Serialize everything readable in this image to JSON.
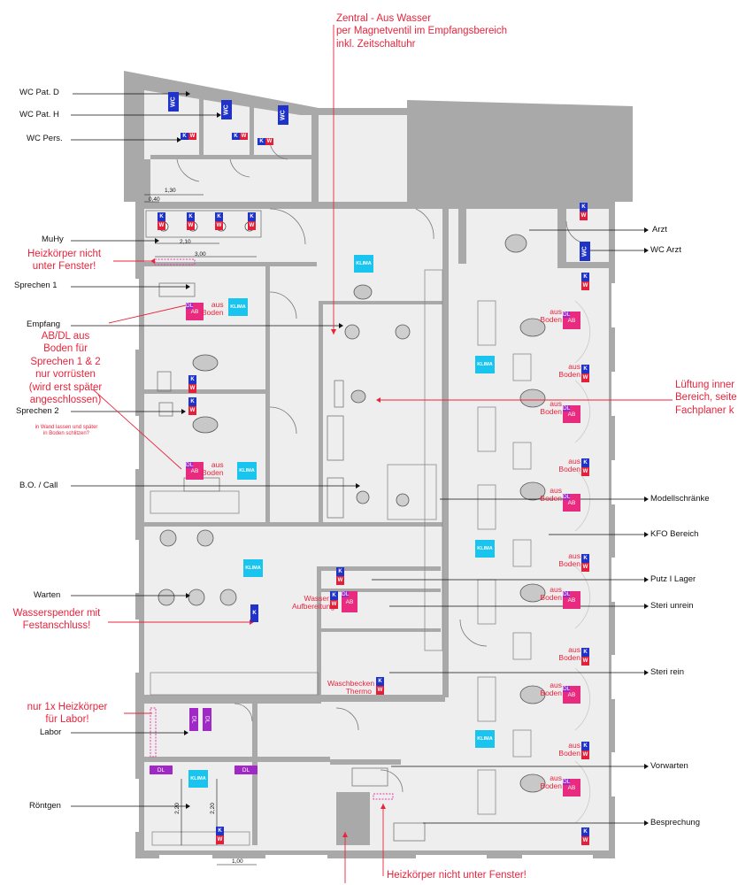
{
  "labels_left": {
    "wc_pat_d": "WC Pat. D",
    "wc_pat_h": "WC Pat. H",
    "wc_pers": "WC Pers.",
    "muhy": "MuHy",
    "sprechen1": "Sprechen 1",
    "empfang": "Empfang",
    "sprechen2": "Sprechen 2",
    "bo_call": "B.O. / Call",
    "warten": "Warten",
    "labor": "Labor",
    "roentgen": "Röntgen"
  },
  "labels_right": {
    "arzt": "Arzt",
    "wc_arzt": "WC Arzt",
    "modellschraenke": "Modellschränke",
    "kfo_bereich": "KFO Bereich",
    "putz_lager": "Putz I Lager",
    "steri_unrein": "Steri unrein",
    "steri_rein": "Steri rein",
    "vorwarten": "Vorwarten",
    "besprechung": "Besprechung"
  },
  "notes": {
    "zentral_line1": "Zentral - Aus Wasser",
    "zentral_line2": "per Magnetventil im Empfangsbereich",
    "zentral_line3": "inkl. Zeitschaltuhr",
    "heizkoerper1_line1": "Heizkörper nicht",
    "heizkoerper1_line2": "unter Fenster!",
    "abdl_line1": "AB/DL aus",
    "abdl_line2": "Boden für",
    "abdl_line3": "Sprechen 1 & 2",
    "abdl_line4": "nur vorrüsten",
    "abdl_line5": "(wird erst später",
    "abdl_line6": "angeschlossen)",
    "wand_line1": "in Wand lassen und später",
    "wand_line2": "in Boden schlitzen?",
    "lueftung_line1": "Lüftung inner",
    "lueftung_line2": "Bereich, seite",
    "lueftung_line3": "Fachplaner k",
    "wasserspender_line1": "Wasserspender mit",
    "wasserspender_line2": "Festanschluss!",
    "heizkoerper_labor_line1": "nur 1x Heizkörper",
    "heizkoerper_labor_line2": "für Labor!",
    "heizkoerper2": "Heizkörper nicht unter Fenster!",
    "wasser_aufb_line1": "Wasser",
    "wasser_aufb_line2": "Aufbereitung",
    "waschbecken_line1": "Waschbecken",
    "waschbecken_line2": "Thermo"
  },
  "tags": {
    "wc": "WC",
    "klima": "KLIMA",
    "k": "K",
    "w": "W",
    "ab": "AB",
    "dl": "DL",
    "aus": "aus",
    "boden": "Boden"
  },
  "dims": {
    "d040": "0,40",
    "d130": "1,30",
    "d210": "2,10",
    "d300": "3,00",
    "d220a": "2,20",
    "d220b": "2,20",
    "d100": "1,00"
  },
  "colors": {
    "wall": "#a9a9a9",
    "floor": "#eeeeee",
    "note": "#e8243c",
    "kalt": "#1f33c9",
    "warm": "#e2203a",
    "klima": "#19c4ee",
    "ab": "#e82b7e",
    "dl": "#a028c6"
  }
}
